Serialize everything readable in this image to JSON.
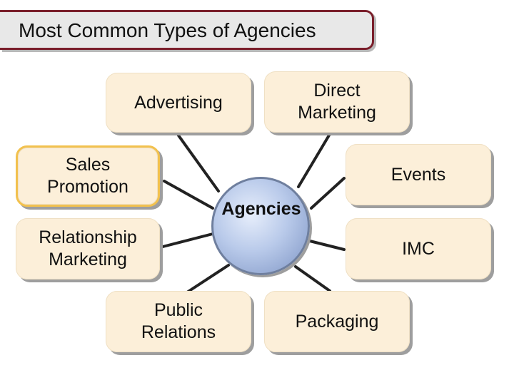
{
  "title": "Most Common Types of Agencies",
  "hub_label": "Agencies",
  "nodes": {
    "advertising": "Advertising",
    "direct_marketing": "Direct\nMarketing",
    "sales_promotion": "Sales\nPromotion",
    "events": "Events",
    "relationship_marketing": "Relationship\nMarketing",
    "imc": "IMC",
    "public_relations": "Public\nRelations",
    "packaging": "Packaging"
  },
  "colors": {
    "title_border": "#7a1f2b",
    "node_fill": "#fcefd9",
    "highlight_border": "#f2c14e",
    "hub_fill": "#b9caea",
    "connector": "#222222"
  }
}
